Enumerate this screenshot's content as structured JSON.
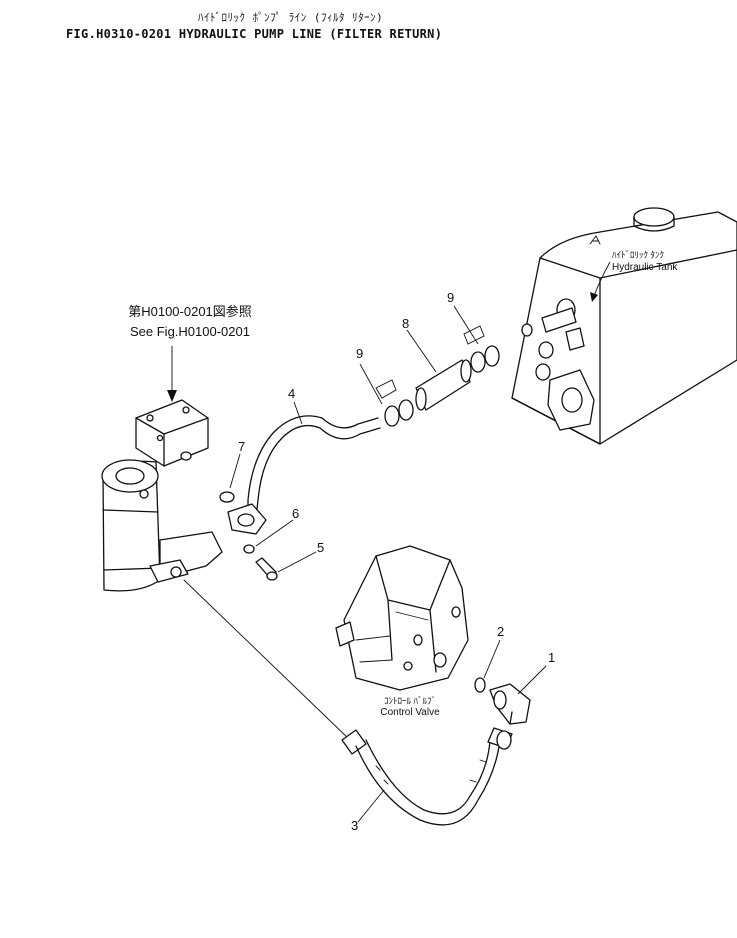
{
  "header": {
    "title_jp": "ﾊｲﾄﾞﾛﾘｯｸ ﾎﾟﾝﾌﾟ ﾗｲﾝ (ﾌｨﾙﾀ ﾘﾀｰﾝ)",
    "title_en": "FIG.H0310-0201  HYDRAULIC PUMP LINE (FILTER RETURN)"
  },
  "references": {
    "fig_ref_jp": "第H0100-0201図参照",
    "fig_ref_en": "See Fig.H0100-0201"
  },
  "components": {
    "hydraulic_tank_jp": "ﾊｲﾄﾞﾛﾘｯｸ ﾀﾝｸ",
    "hydraulic_tank_en": "Hydraulic Tank",
    "control_valve_jp": "ｺﾝﾄﾛｰﾙ ﾊﾞﾙﾌﾞ",
    "control_valve_en": "Control Valve"
  },
  "callouts": {
    "c1": "1",
    "c2": "2",
    "c3": "3",
    "c4": "4",
    "c5": "5",
    "c6": "6",
    "c7": "7",
    "c8": "8",
    "c9a": "9",
    "c9b": "9"
  }
}
